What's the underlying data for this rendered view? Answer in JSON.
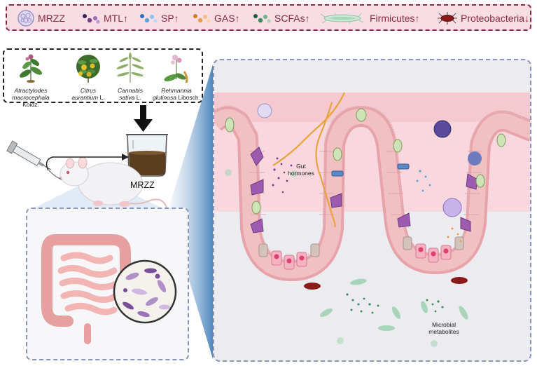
{
  "legend": {
    "items": [
      {
        "label": "MRZZ",
        "color": "#9b8fc7",
        "icon": "mrzz-particle-icon"
      },
      {
        "label": "MTL↑",
        "color": "#7a3d8a",
        "icon": "mtl-dots-icon"
      },
      {
        "label": "SP↑",
        "color": "#5ba3d9",
        "icon": "sp-dots-icon"
      },
      {
        "label": "GAS↑",
        "color": "#e89b4d",
        "icon": "gas-dots-icon"
      },
      {
        "label": "SCFAs↑",
        "color": "#3a8a5c",
        "icon": "scfa-dots-icon"
      },
      {
        "label": "Firmicutes↑",
        "color": "#a8d5b9",
        "icon": "firmicutes-bacteria-icon"
      },
      {
        "label": "Proteobacteria↓",
        "color": "#8b1a1a",
        "icon": "proteobacteria-bacteria-icon"
      }
    ]
  },
  "herbs": [
    {
      "genus": "Atractylodes",
      "species": "macrocephala",
      "author": "Koidz.",
      "icon": "atractylodes-plant-icon"
    },
    {
      "genus": "Citrus",
      "species": "aurantium",
      "author": "L.",
      "icon": "citrus-plant-icon"
    },
    {
      "genus": "Cannabis",
      "species": "sativa",
      "author": "L.",
      "icon": "cannabis-plant-icon"
    },
    {
      "genus": "Rehmannia",
      "species": "glutinosa",
      "author": "Libosch.",
      "icon": "rehmannia-plant-icon"
    }
  ],
  "beaker_label": "MRZZ",
  "panel": {
    "gut_hormones": "Gut\nhormones",
    "microbial_metabolites": "Microbial\nmetabolites"
  },
  "colors": {
    "legend_border": "#8b2845",
    "mucosa": "#f4c9d0",
    "nerve": "#e8a33a",
    "panel_border": "#8a94b8"
  }
}
